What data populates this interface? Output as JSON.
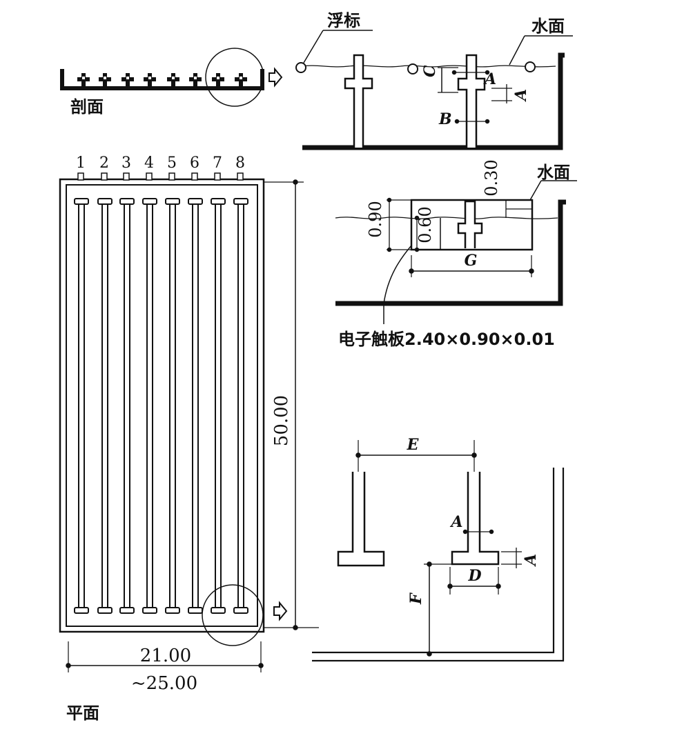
{
  "labels": {
    "section": "剖面",
    "plan": "平面",
    "float": "浮标",
    "water_surface_1": "水面",
    "water_surface_2": "水面",
    "touch_plate": "电子触板2.40×0.90×0.01"
  },
  "lane_numbers": [
    "1",
    "2",
    "3",
    "4",
    "5",
    "6",
    "7",
    "8"
  ],
  "dimensions": {
    "pool_length": "50.00",
    "inner_width": "21.00",
    "outer_width": "~25.00",
    "plate_height": "0.90",
    "plate_under_water": "0.60",
    "plate_above_water": "0.30"
  },
  "letters": {
    "A": "A",
    "B": "B",
    "C": "C",
    "D": "D",
    "E": "E",
    "F": "F",
    "G": "G"
  },
  "colors": {
    "ink": "#111111",
    "background": "#ffffff"
  }
}
